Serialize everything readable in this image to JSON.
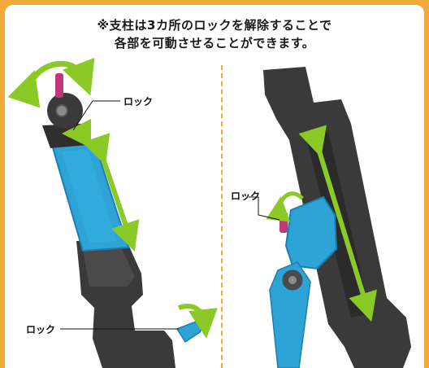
{
  "caption": {
    "line1": "※支柱は3カ所のロックを解除することで",
    "line2": "各部を可動させることができます。"
  },
  "labels": {
    "left_top_lock": "ロック",
    "left_bottom_lock": "ロック",
    "right_lock": "ロック"
  },
  "colors": {
    "accent_green": "#8ac926",
    "part_blue": "#2ea3d6",
    "dark_gray": "#3a3a3a",
    "pin_magenta": "#c2367a",
    "frame_orange": "#f3a93a"
  },
  "icons": [
    "rotate-arrow-icon",
    "double-arrow-icon",
    "push-arrow-icon"
  ]
}
